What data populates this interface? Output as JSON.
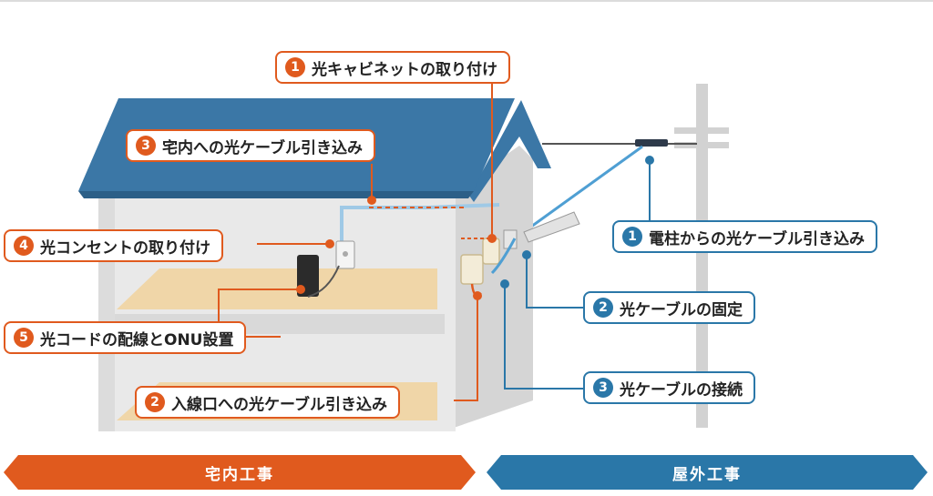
{
  "callouts": {
    "cabinet": {
      "num": "1",
      "text": "光キャビネットの取り付け"
    },
    "indoor_cable": {
      "num": "3",
      "text": "宅内への光ケーブル引き込み"
    },
    "outlet": {
      "num": "4",
      "text": "光コンセントの取り付け"
    },
    "onu": {
      "num": "5",
      "text": "光コードの配線とONU設置"
    },
    "entry_cable": {
      "num": "2",
      "text": "入線口への光ケーブル引き込み"
    },
    "pole_cable": {
      "num": "1",
      "text": "電柱からの光ケーブル引き込み"
    },
    "cable_fix": {
      "num": "2",
      "text": "光ケーブルの固定"
    },
    "cable_connect": {
      "num": "3",
      "text": "光ケーブルの接続"
    }
  },
  "banners": {
    "indoor": "宅内工事",
    "outdoor": "屋外工事"
  },
  "colors": {
    "indoor_accent": "#e05a1e",
    "outdoor_accent": "#2a77a8",
    "roof": "#3b77a6",
    "cable": "#5aa7d6"
  }
}
